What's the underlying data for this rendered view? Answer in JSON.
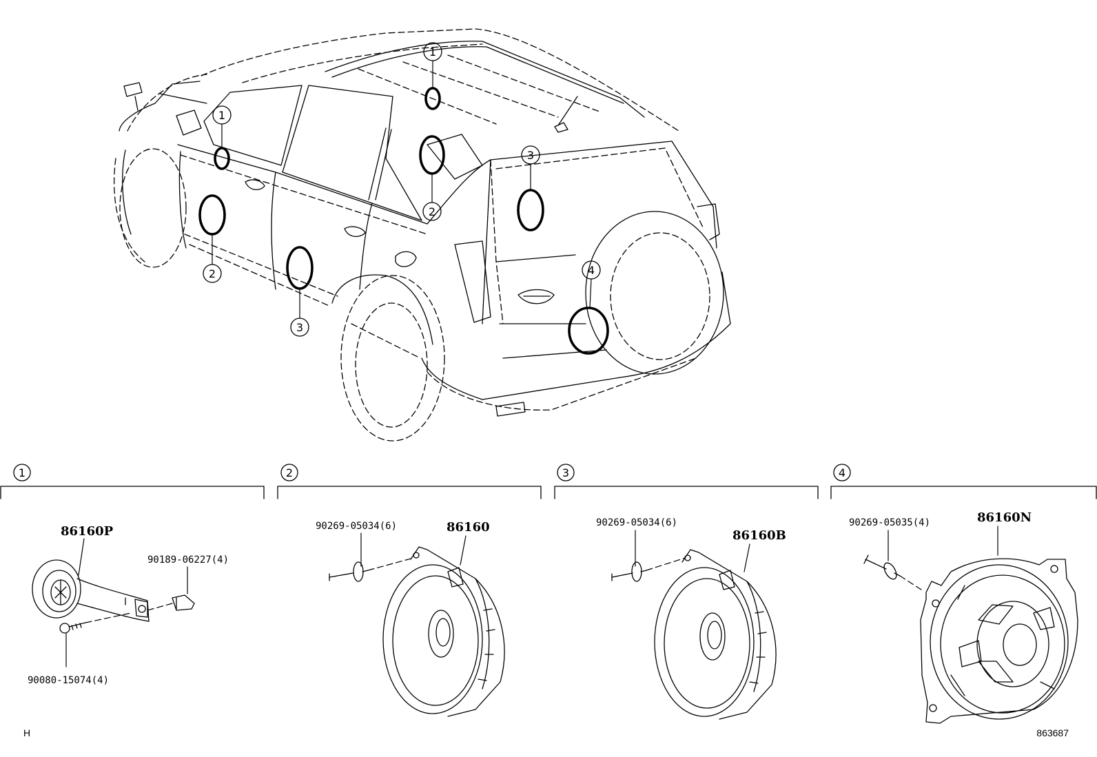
{
  "callouts": {
    "c1": "1",
    "c2": "2",
    "c3": "3",
    "c4": "4"
  },
  "sections": [
    {
      "callout": "1",
      "main_part": "86160P",
      "parts": [
        "90189-06227(4)",
        "90080-15074(4)"
      ]
    },
    {
      "callout": "2",
      "main_part": "86160",
      "parts": [
        "90269-05034(6)"
      ]
    },
    {
      "callout": "3",
      "main_part": "86160B",
      "parts": [
        "90269-05034(6)"
      ]
    },
    {
      "callout": "4",
      "main_part": "86160N",
      "parts": [
        "90269-05035(4)"
      ]
    }
  ],
  "footer": {
    "left_code": "H",
    "diagram_id": "863687"
  }
}
